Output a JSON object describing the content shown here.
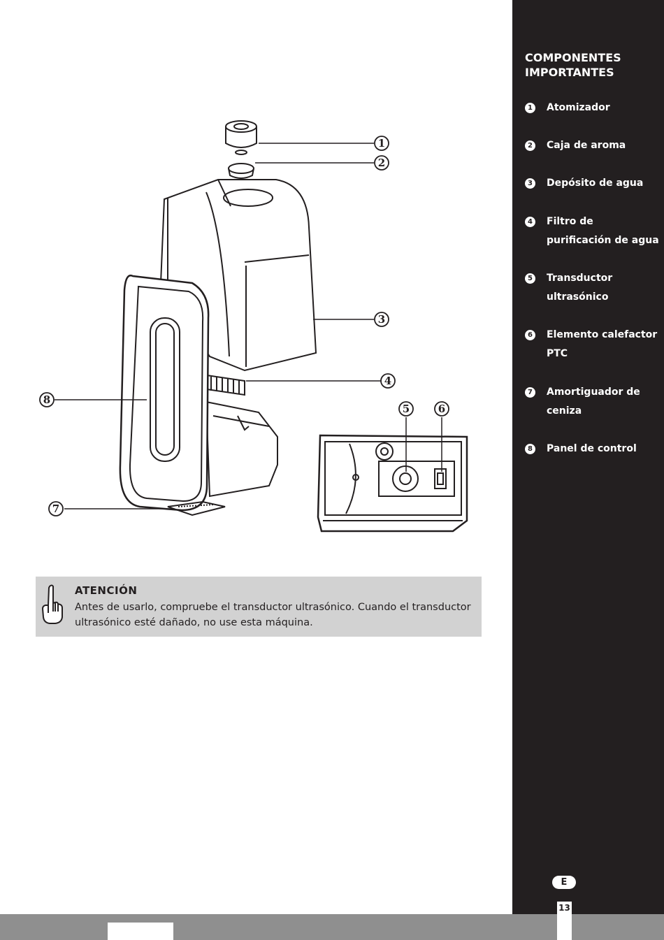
{
  "sidebar": {
    "title": "COMPONENTES IMPORTANTES",
    "items": [
      {
        "num": "1",
        "label": "Atomizador"
      },
      {
        "num": "2",
        "label": "Caja de aroma"
      },
      {
        "num": "3",
        "label": "Depósito de agua"
      },
      {
        "num": "4",
        "label": "Filtro de purificación de agua"
      },
      {
        "num": "5",
        "label": "Transductor ultrasónico"
      },
      {
        "num": "6",
        "label": "Elemento calefactor PTC"
      },
      {
        "num": "7",
        "label": "Amortiguador de ceniza"
      },
      {
        "num": "8",
        "label": "Panel de control"
      }
    ],
    "language": "E"
  },
  "callouts": [
    "1",
    "2",
    "3",
    "4",
    "5",
    "6",
    "7",
    "8"
  ],
  "notice": {
    "title": "ATENCIÓN",
    "text": "Antes de usarlo, compruebe el transductor ultrasónico. Cuando el transductor ultrasónico esté dañado, no use esta máquina.",
    "icon": "pointing-hand-icon"
  },
  "footer": {
    "page_number": "13"
  }
}
